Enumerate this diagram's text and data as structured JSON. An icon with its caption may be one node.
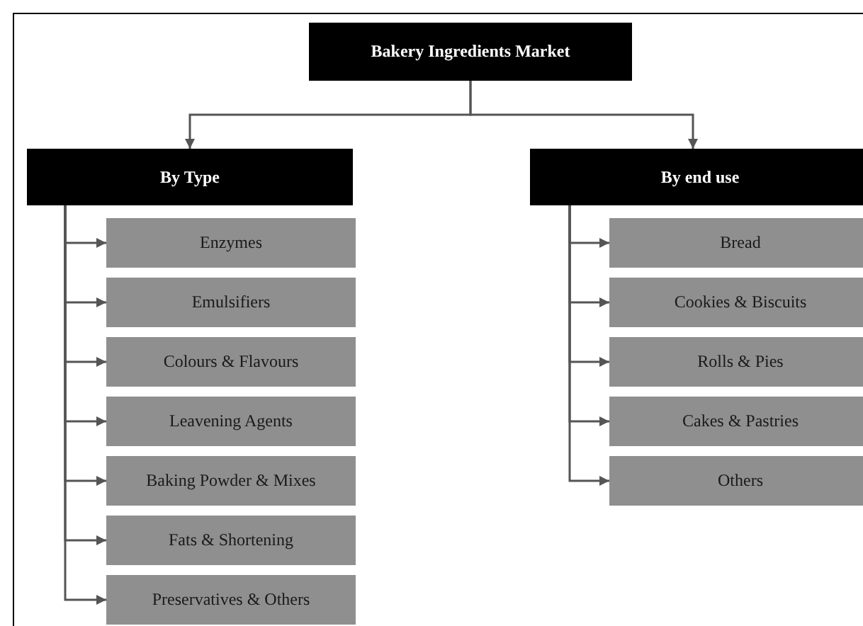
{
  "diagram": {
    "nodes": [
      {
        "text": [
          "Bakery Ingredients Market"
        ]
      },
      {
        "text": [
          "By Type"
        ]
      },
      {
        "text": [
          "By end use"
        ]
      },
      {
        "text": [
          "Enzymes"
        ]
      },
      {
        "text": [
          "Emulsifiers"
        ]
      },
      {
        "text": [
          "Colours & Flavours"
        ]
      },
      {
        "text": [
          "Leavening Agents"
        ]
      },
      {
        "text": [
          "Baking Powder & Mixes"
        ]
      },
      {
        "text": [
          "Fats & Shortening"
        ]
      },
      {
        "text": [
          "Preservatives & Others"
        ]
      },
      {
        "text": [
          "Bread"
        ]
      },
      {
        "text": [
          "Cookies & Biscuits"
        ]
      },
      {
        "text": [
          "Rolls & Pies"
        ]
      },
      {
        "text": [
          "Cakes & Pastries"
        ]
      },
      {
        "text": [
          "Others"
        ]
      }
    ],
    "edges": [
      {
        "from": 0,
        "to": 1,
        "arrow": "to"
      },
      {
        "from": 0,
        "to": 2,
        "arrow": "to"
      },
      {
        "from": 1,
        "to": 3,
        "arrow": "to"
      },
      {
        "from": 1,
        "to": 4,
        "arrow": "to"
      },
      {
        "from": 1,
        "to": 5,
        "arrow": "to"
      },
      {
        "from": 1,
        "to": 6,
        "arrow": "to"
      },
      {
        "from": 1,
        "to": 7,
        "arrow": "to"
      },
      {
        "from": 1,
        "to": 8,
        "arrow": "to"
      },
      {
        "from": 1,
        "to": 9,
        "arrow": "to"
      },
      {
        "from": 2,
        "to": 10,
        "arrow": "to"
      },
      {
        "from": 2,
        "to": 11,
        "arrow": "to"
      },
      {
        "from": 2,
        "to": 12,
        "arrow": "to"
      },
      {
        "from": 2,
        "to": 13,
        "arrow": "to"
      },
      {
        "from": 2,
        "to": 14,
        "arrow": "to"
      }
    ]
  }
}
